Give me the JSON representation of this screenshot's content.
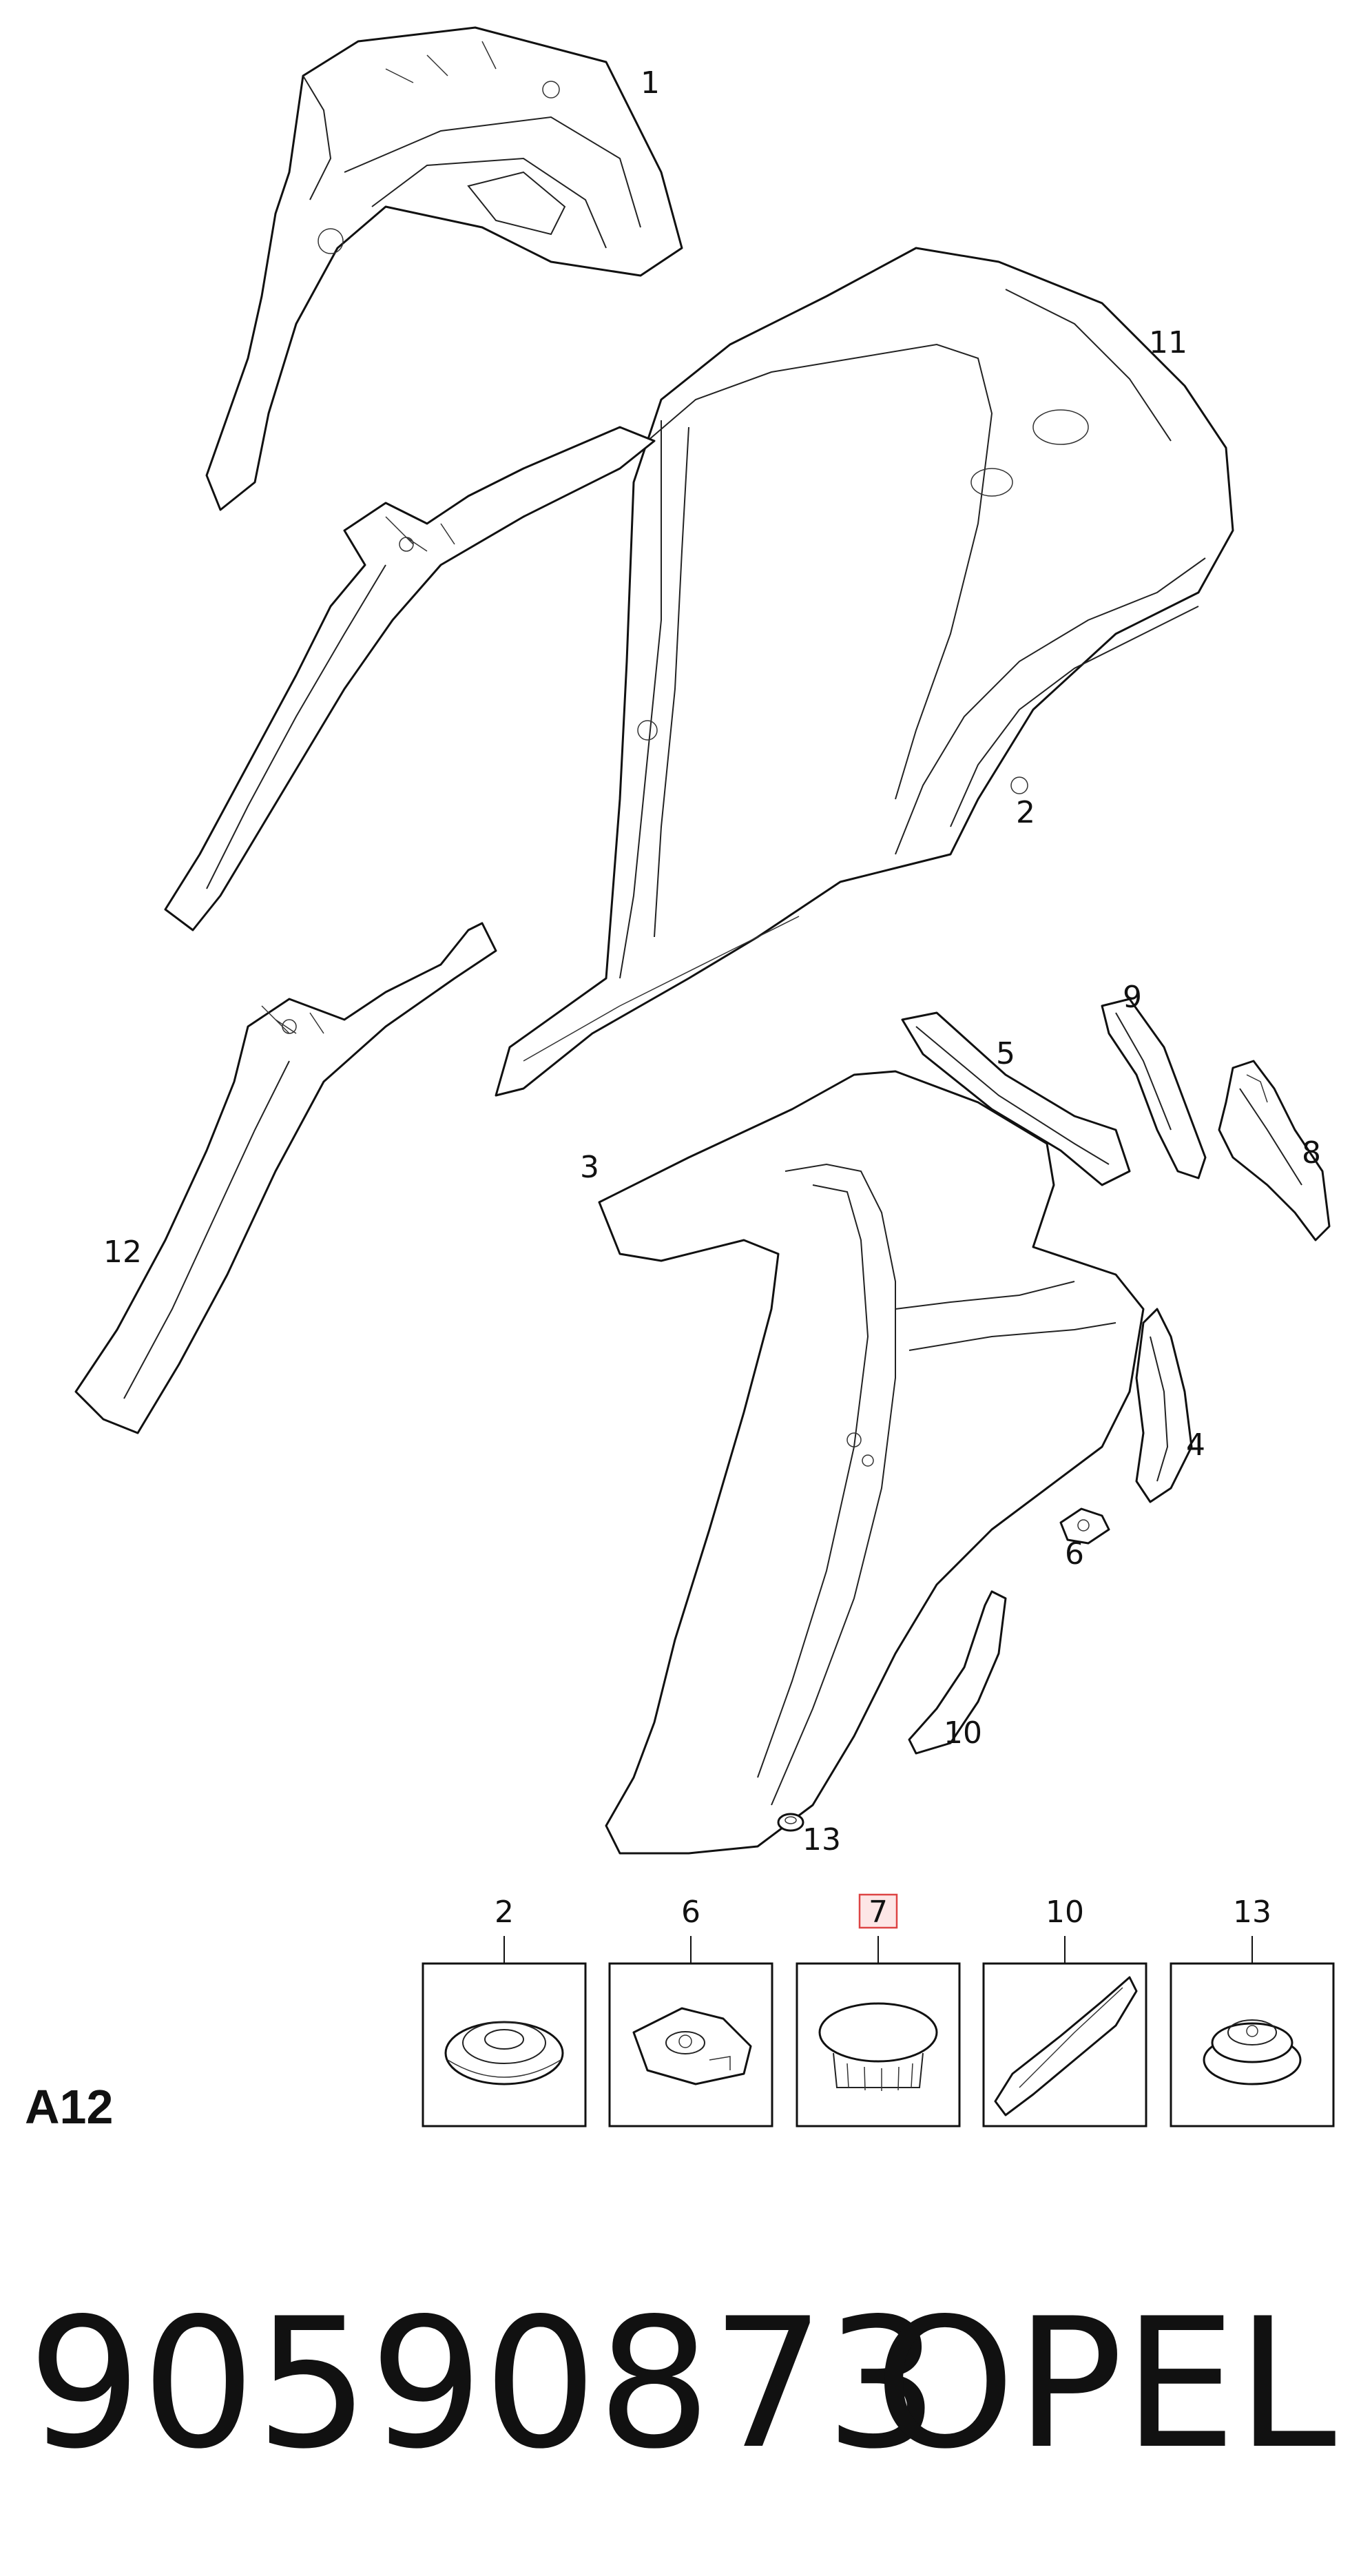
{
  "callouts": {
    "c1": "1",
    "c2": "2",
    "c3": "3",
    "c4": "4",
    "c5": "5",
    "c6": "6",
    "c8": "8",
    "c9": "9",
    "c10": "10",
    "c11": "11",
    "c12": "12",
    "c13": "13"
  },
  "thumbnails": [
    {
      "label": "2",
      "highlighted": false
    },
    {
      "label": "6",
      "highlighted": false
    },
    {
      "label": "7",
      "highlighted": true
    },
    {
      "label": "10",
      "highlighted": false
    },
    {
      "label": "13",
      "highlighted": false
    }
  ],
  "diagram_code": "A12",
  "part_number": "90590873",
  "brand": "OPEL",
  "colors": {
    "highlight_fill": "#fde6e6",
    "highlight_stroke": "#d44444",
    "line": "#111111"
  }
}
